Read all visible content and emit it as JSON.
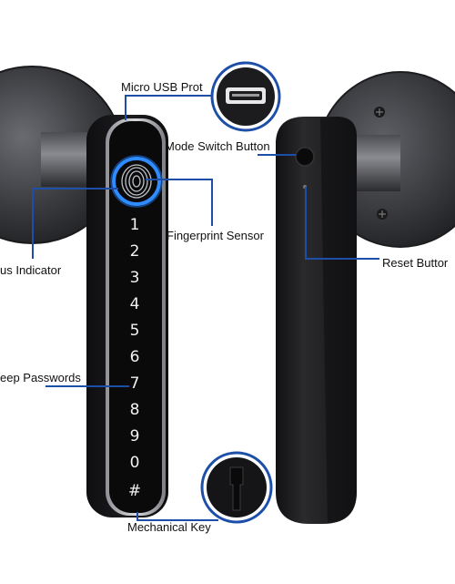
{
  "callouts": {
    "micro_usb": "Micro USB Prot",
    "mode_switch": "Mode Switch Button",
    "fingerprint": "Fingerprint Sensor",
    "status_indicator": "us Indicator",
    "reset": "Reset Buttor",
    "passwords": "eep Passwords",
    "mechanical_key": "Mechanical Key"
  },
  "keypad": [
    "1",
    "2",
    "3",
    "4",
    "5",
    "6",
    "7",
    "8",
    "9",
    "0",
    "#"
  ],
  "colors": {
    "accent": "#1e4fa8",
    "ring": "#2f8cff",
    "handle": "#1b1b1d",
    "rosette": "#3a3b3e"
  }
}
